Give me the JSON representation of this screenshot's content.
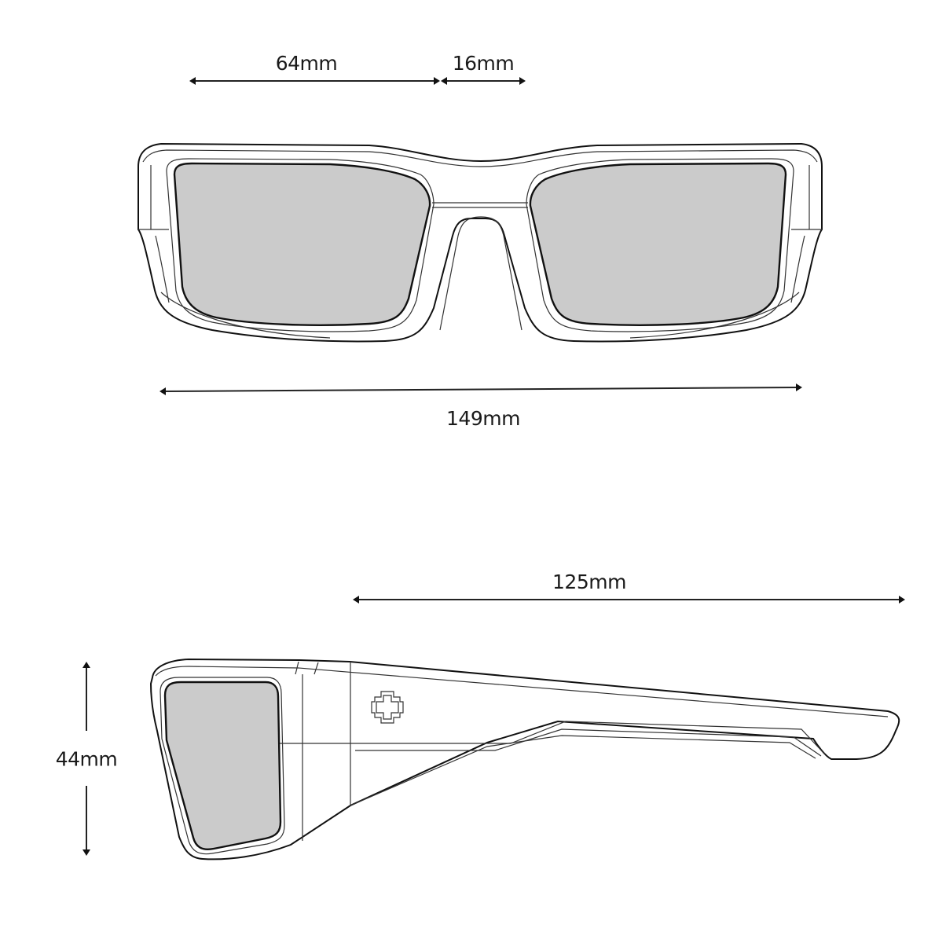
{
  "diagram": {
    "subject": "sunglasses dimensions",
    "colors": {
      "lens": "#cbcbcb",
      "outline": "#111111",
      "background": "#ffffff",
      "text": "#1a1a1a"
    },
    "front_view": {
      "lens_width_label": "64mm",
      "bridge_width_label": "16mm",
      "frame_width_label": "149mm"
    },
    "side_view": {
      "temple_length_label": "125mm",
      "lens_height_label": "44mm",
      "logo_icon": "cross-logo-icon"
    }
  }
}
